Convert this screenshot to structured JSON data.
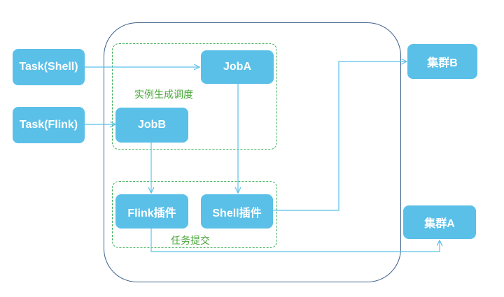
{
  "nodes": {
    "task_shell": "Task(Shell)",
    "task_flink": "Task(Flink)",
    "job_a": "JobA",
    "job_b": "JobB",
    "flink_plugin": "Flink插件",
    "shell_plugin": "Shell插件",
    "cluster_b": "集群B",
    "cluster_a": "集群A"
  },
  "groups": {
    "instance_scheduling": "实例生成调度",
    "task_submission": "任务提交"
  },
  "colors": {
    "node_fill": "#5bc0e8",
    "node_text": "#ffffff",
    "arrow": "#5bc0e8",
    "group_border": "#3fae5a",
    "group_label": "#4aa63a",
    "outer_border": "#3b5f8a"
  }
}
